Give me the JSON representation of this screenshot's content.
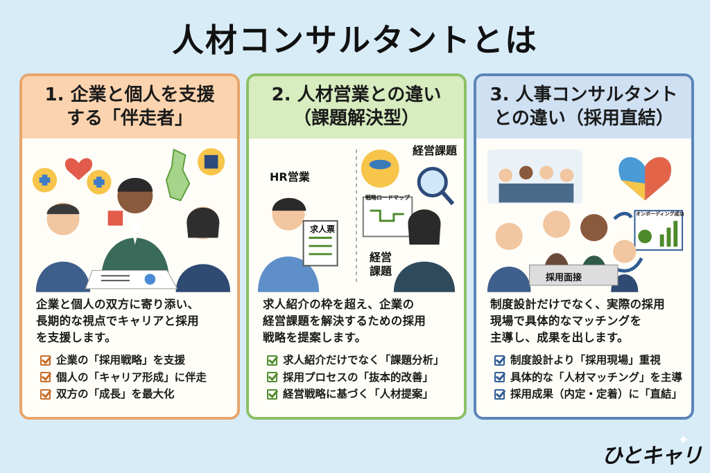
{
  "title": "人材コンサルタントとは",
  "cards": [
    {
      "heading": "1. 企業と個人を支援\nする「伴走者」",
      "description": "企業と個人の双方に寄り添い、\n長期的な視点でキャリアと採用\nを支援します。",
      "checks": [
        "企業の「採用戦略」を支援",
        "個人の「キャリア形成」に伴走",
        "双方の「成長」を最大化"
      ]
    },
    {
      "heading": "2. 人材営業との違い\n（課題解決型）",
      "labels": {
        "hr_sales": "HR営業",
        "mgmt_issue_top": "経営課題",
        "mgmt_issue_side": "経営\n課題",
        "job_ticket": "求人票",
        "roadmap": "戦略ロードマップ"
      },
      "description": "求人紹介の枠を超え、企業の\n経営課題を解決するための採用\n戦略を提案します。",
      "checks": [
        "求人紹介だけでなく「課題分析」",
        "採用プロセスの「抜本的改善」",
        "経営戦略に基づく「人材提案」"
      ]
    },
    {
      "heading": "3. 人事コンサルタント\nとの違い（採用直結）",
      "labels": {
        "interview": "採用面接",
        "onboarding": "オンボーディング成功"
      },
      "description": "制度設計だけでなく、実際の採用\n現場で具体的なマッチングを\n主導し、成果を出します。",
      "checks": [
        "制度設計より「採用現場」重視",
        "具体的な「人材マッチング」を主導",
        "採用成果（内定・定着）に「直結」"
      ]
    }
  ],
  "logo": "ひとキャリ",
  "colors": {
    "card1": "#e8a56b",
    "card2": "#8cc066",
    "card3": "#5c85b8",
    "background": "#d8ecf8"
  }
}
